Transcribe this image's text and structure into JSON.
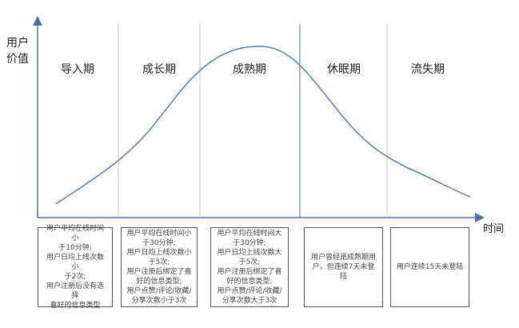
{
  "axes": {
    "y_label": "用户价值",
    "x_label": "时间"
  },
  "phases": [
    {
      "title": "导入期",
      "desc": "用户平均在线时间小\n于10分钟;\n用户日均上线次数小\n于2次;\n用户注册后没有选择\n喜好的信息类型"
    },
    {
      "title": "成长期",
      "desc": "用户平均在线时间小\n于30分钟;\n用户日均上线次数小\n于5次;\n用户注册后绑定了喜\n好的信息类型;\n用户点赞/评论/收藏/\n分享次数小于3次"
    },
    {
      "title": "成熟期",
      "desc": "用户平均在线时间大\n于30分钟;\n用户日均上线次数大\n于5次;\n用户注册后绑定了喜\n好的信息类型;\n用户点赞/评论/收藏/\n分享次数大于3次"
    },
    {
      "title": "休眠期",
      "desc": "用户曾经是成熟期用\n户，但连续7天未登陆"
    },
    {
      "title": "流失期",
      "desc": "用户连续15天未登陆"
    }
  ],
  "colors": {
    "curve": "#4f7fbf",
    "axis": "#4a6fa5",
    "divider": "#c8c8c8"
  }
}
